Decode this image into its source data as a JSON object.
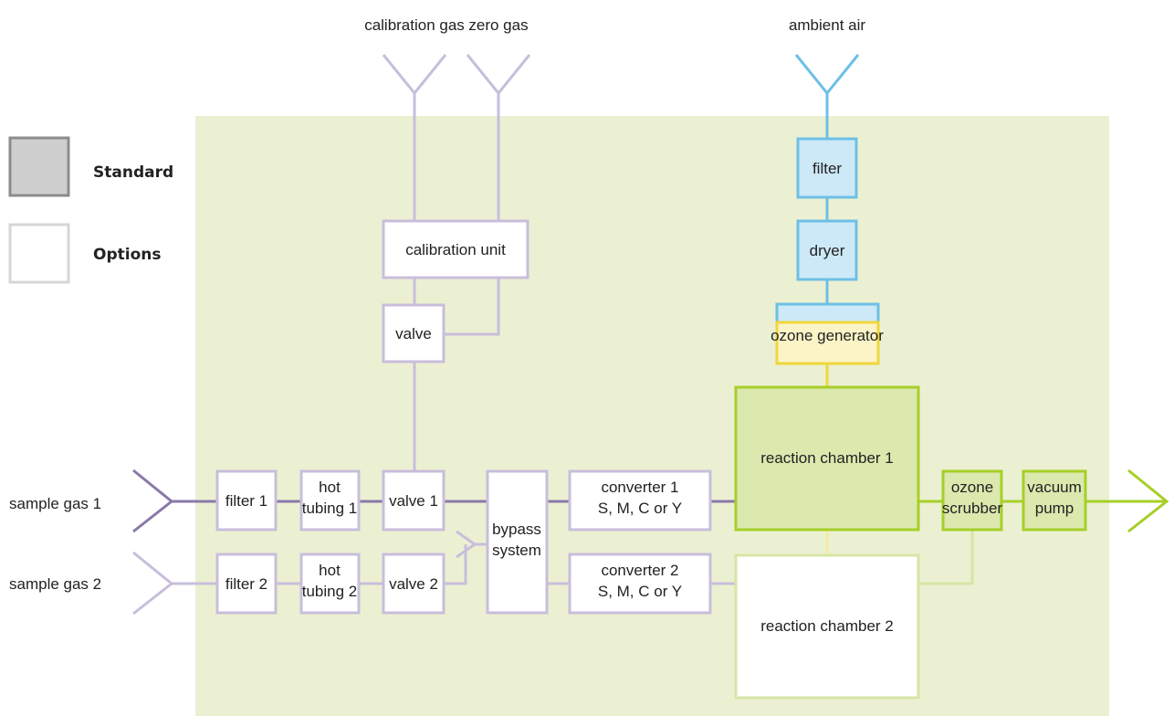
{
  "legend": {
    "standard": "Standard",
    "options": "Options"
  },
  "inputs": {
    "calibration_gas": "calibration gas",
    "zero_gas": "zero gas",
    "ambient_air": "ambient air",
    "sample_gas_1": "sample gas 1",
    "sample_gas_2": "sample gas 2"
  },
  "blocks": {
    "calibration_unit": "calibration unit",
    "valve": "valve",
    "filter_air": "filter",
    "dryer": "dryer",
    "ozone_generator": "ozone generator",
    "reaction_chamber_1": "reaction chamber 1",
    "reaction_chamber_2": "reaction chamber 2",
    "filter_1": "filter 1",
    "filter_2": "filter 2",
    "hot_tubing_1": [
      "hot",
      "tubing 1"
    ],
    "hot_tubing_2": [
      "hot",
      "tubing 2"
    ],
    "valve_1": "valve 1",
    "valve_2": "valve 2",
    "bypass_system": [
      "bypass",
      "system"
    ],
    "converter_1": [
      "converter 1",
      "S, M, C or Y"
    ],
    "converter_2": [
      "converter 2",
      "S, M, C or Y"
    ],
    "ozone_scrubber": [
      "ozone",
      "scrubber"
    ],
    "vacuum_pump": [
      "vacuum",
      "pump"
    ]
  },
  "colors": {
    "panel_background": "#ecf0d2",
    "sample_line_dark": "#8a78a8",
    "options_line": "#c8bedb",
    "air_line": "#6dc0e6",
    "air_fill": "#cde8f6",
    "ozone_gen_border": "#f0d63c",
    "ozone_gen_fill": "#fbf4c6",
    "green": "#a6cf28",
    "green_fill": "#dbe8ae",
    "light_green": "#d6e6a6",
    "standard_legend_fill": "#cfcfcf",
    "standard_legend_border": "#8c8c8c",
    "options_legend_border": "#d6d6d6"
  }
}
